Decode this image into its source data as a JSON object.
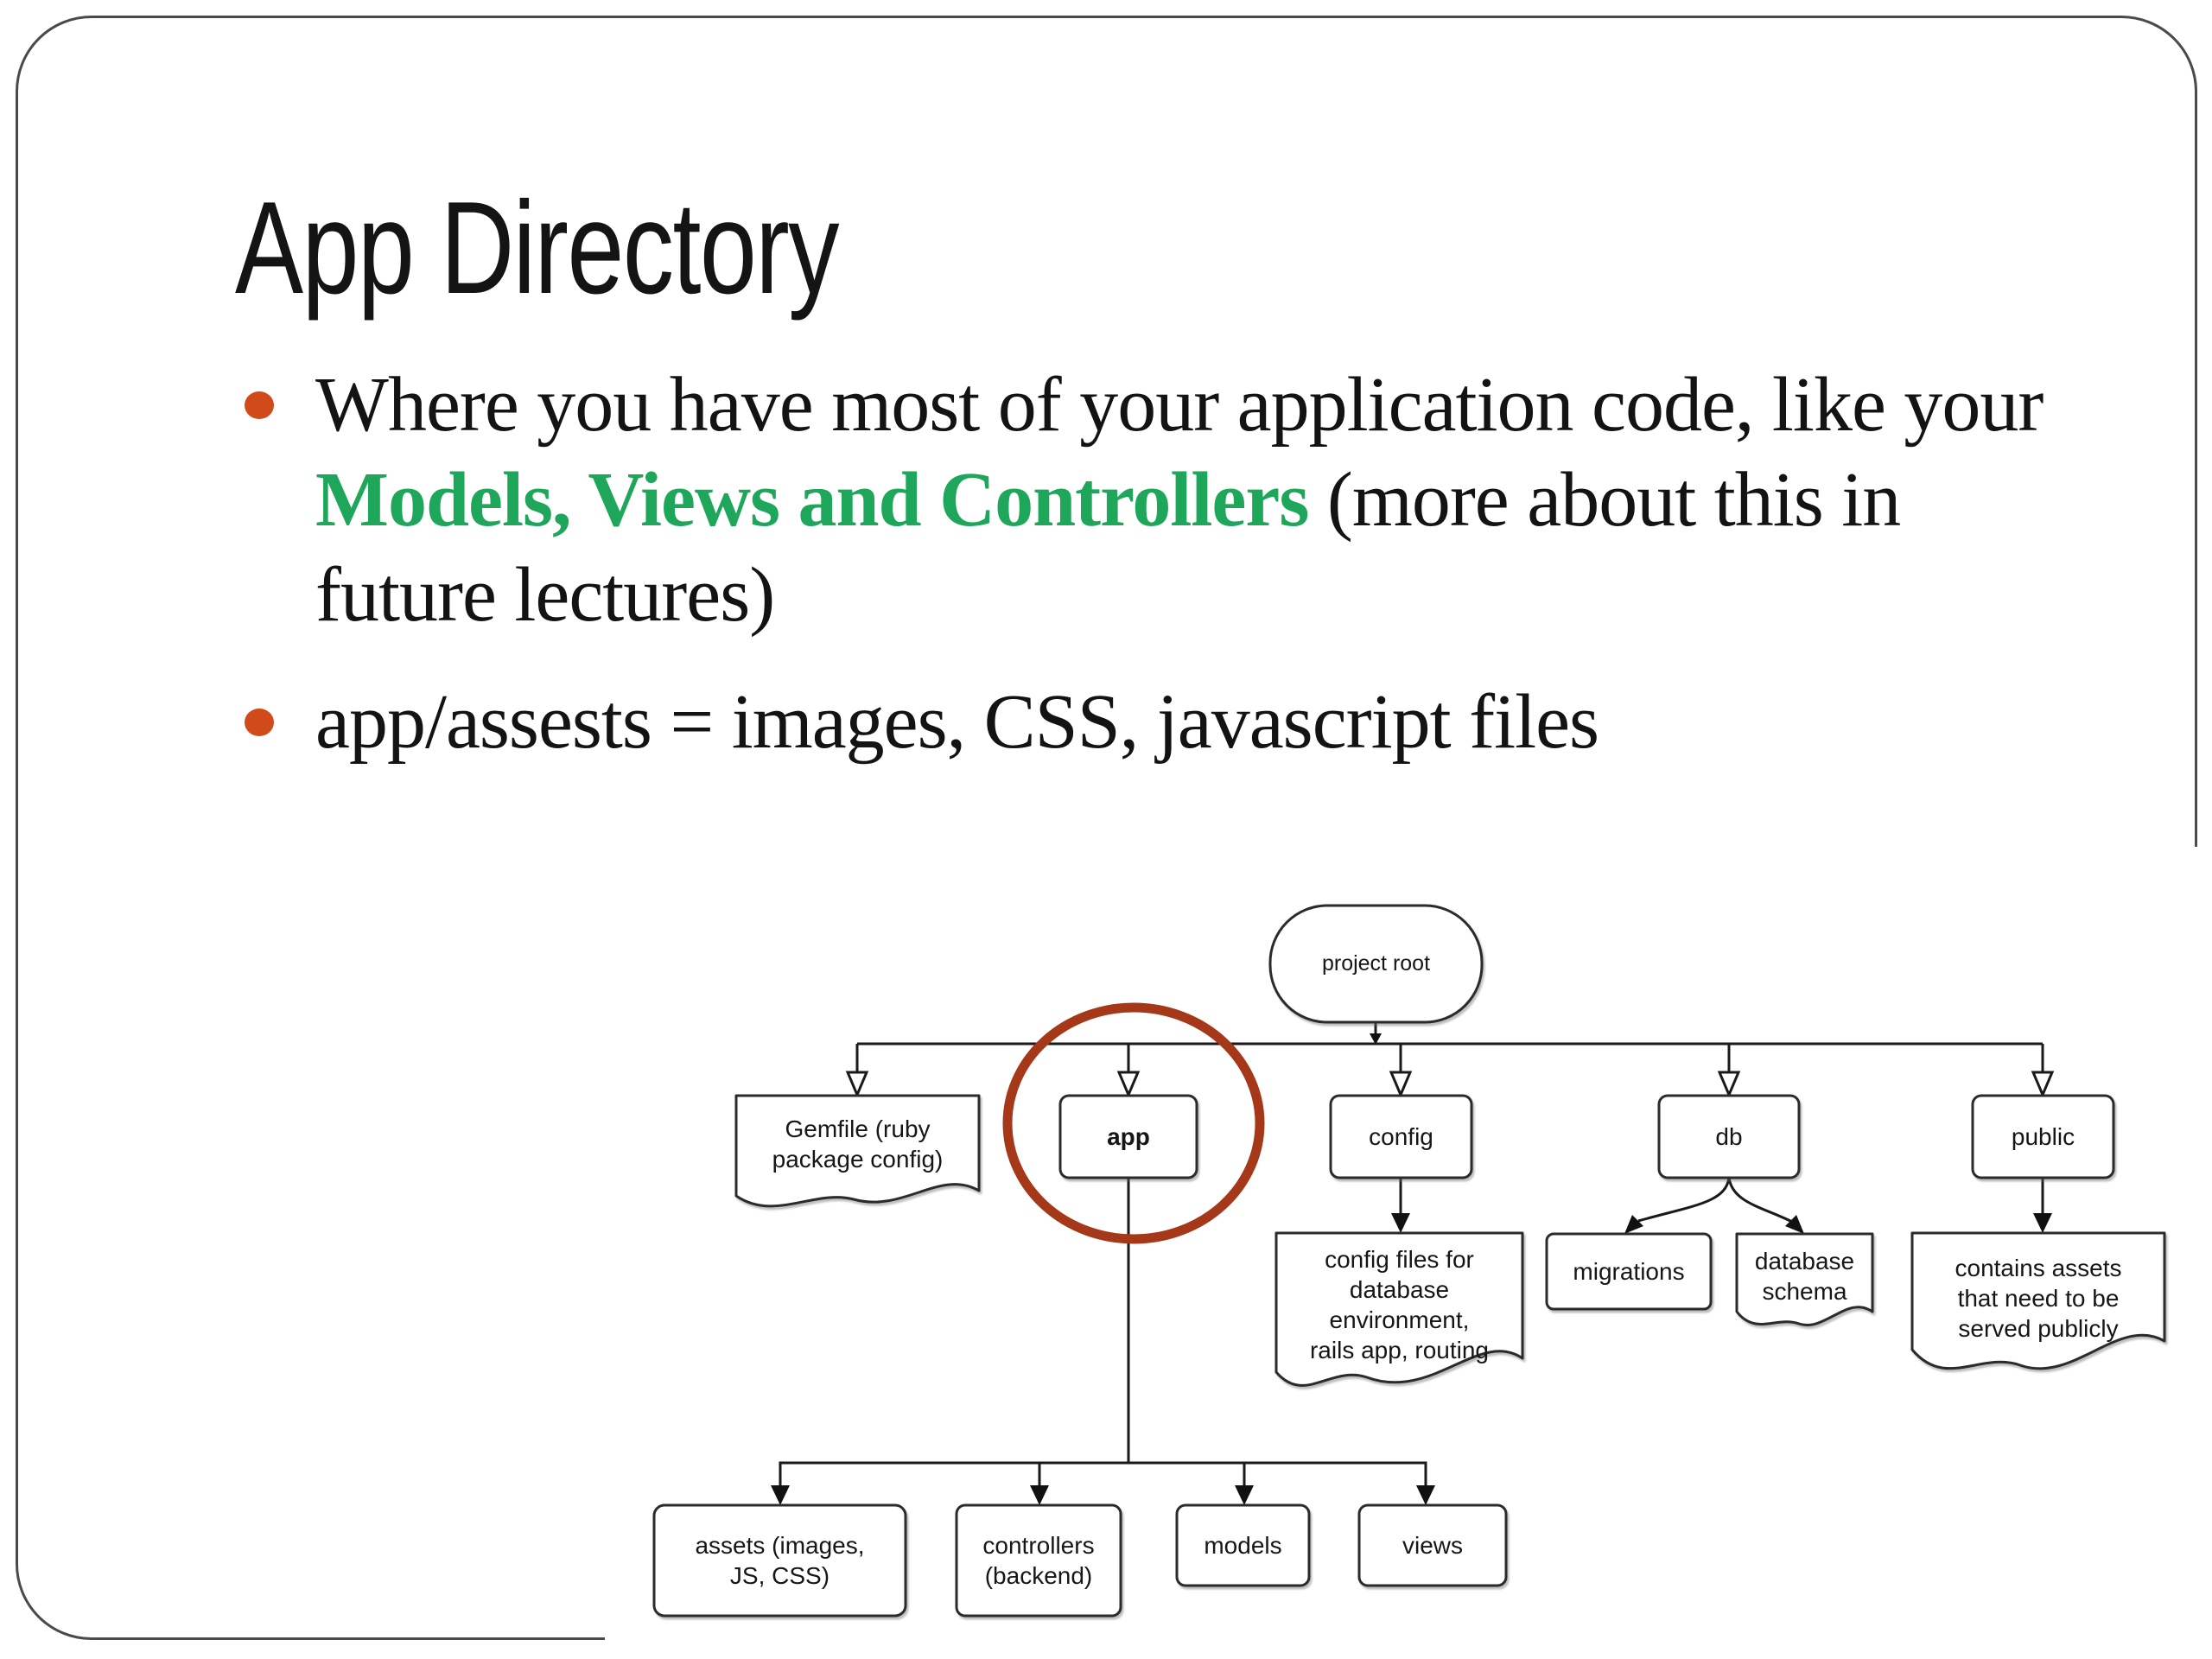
{
  "slide": {
    "title": "App Directory",
    "bullets": {
      "b1_line1": "Where you have most of your application code, like your",
      "b1_line2_green": "Models, Views and Controllers",
      "b1_line2_rest": " (more about this in",
      "b1_line3": "future lectures)",
      "b2": "app/assests = images, CSS, javascript files"
    },
    "colors": {
      "green": "#1ea65a",
      "bullet": "#d14a1a",
      "circle": "#a53818"
    }
  },
  "diagram": {
    "nodes": {
      "project_root": "project root",
      "gemfile": "Gemfile (ruby\npackage config)",
      "app": "app",
      "config": "config",
      "db": "db",
      "public": "public",
      "config_files": "config files for\ndatabase\nenvironment,\nrails app, routing",
      "migrations": "migrations",
      "database_schema": "database\nschema",
      "public_desc": "contains assets\nthat need to be\nserved publicly",
      "assets": "assets (images,\nJS, CSS)",
      "controllers": "controllers\n(backend)",
      "models": "models",
      "views": "views"
    }
  }
}
